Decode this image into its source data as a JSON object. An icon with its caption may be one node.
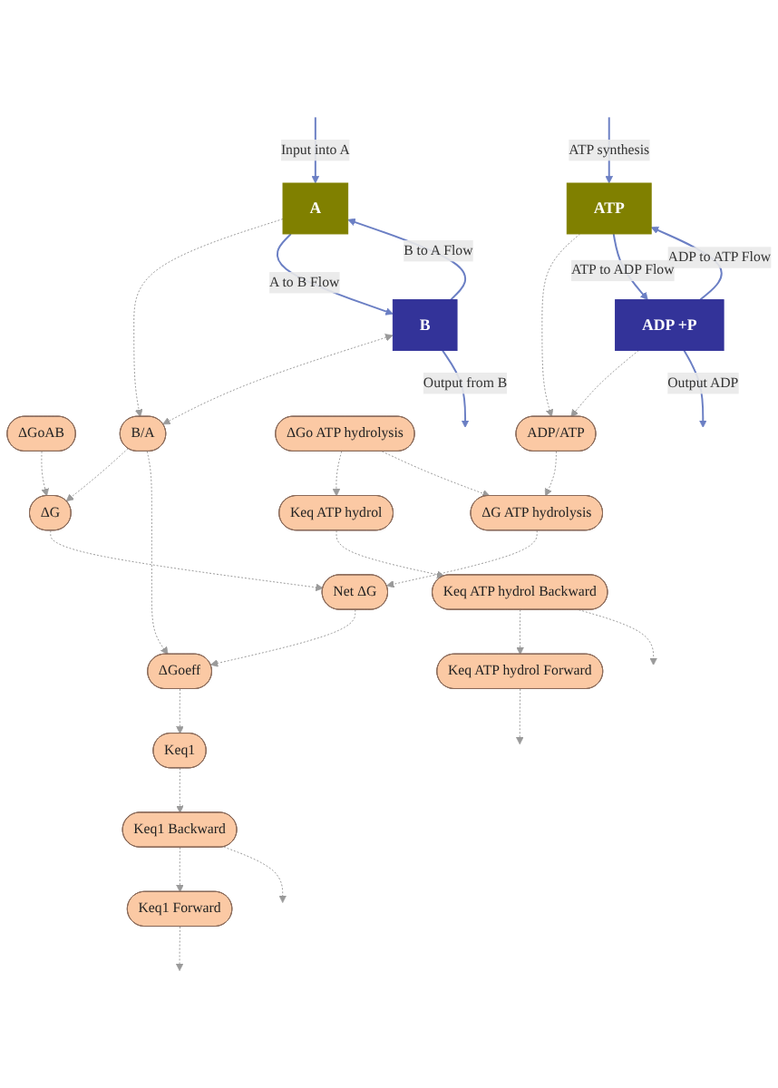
{
  "diagram": {
    "nodes": [
      {
        "text": [
          "ΔGoeff"
        ]
      },
      {
        "text": [
          "Keq1"
        ]
      },
      {
        "text": [
          "Net ΔG"
        ]
      },
      {
        "text": [
          "ΔGoAB"
        ]
      },
      {
        "text": [
          "ΔG"
        ]
      },
      {
        "text": [
          "Keq1 Forward"
        ]
      },
      {
        "text": [
          "Keq1 Backward"
        ]
      },
      {
        "text": [
          "B/A"
        ]
      },
      {
        "text": [
          "A"
        ]
      },
      {
        "text": [
          "B"
        ]
      },
      {
        "text": [
          "Keq ATP hydrol"
        ]
      },
      {
        "text": [
          "ΔGo ATP hydrolysis"
        ]
      },
      {
        "text": [
          "ΔG ATP hydrolysis"
        ]
      },
      {
        "text": [
          "Keq ATP hydrol Forward"
        ]
      },
      {
        "text": [
          "Keq ATP hydrol Backward"
        ]
      },
      {
        "text": [
          "ADP/ATP"
        ]
      },
      {
        "text": [
          "ATP"
        ]
      },
      {
        "text": [
          "ADP +P"
        ]
      }
    ],
    "edges": [
      {
        "from": 0,
        "to": 1,
        "arrow": "to",
        "style": "dashed"
      },
      {
        "from": 2,
        "to": 0,
        "arrow": "to",
        "style": "dashed"
      },
      {
        "from": 3,
        "to": 4,
        "arrow": "to",
        "style": "dashed"
      },
      {
        "from": 4,
        "to": 2,
        "arrow": "to",
        "style": "dashed"
      },
      {
        "from": 1,
        "to": 6,
        "arrow": "to",
        "style": "dashed"
      },
      {
        "from": 6,
        "to": 5,
        "arrow": "to",
        "style": "dashed"
      },
      {
        "from": 7,
        "to": 4,
        "arrow": "to",
        "style": "dashed"
      },
      {
        "from": 7,
        "to": 0,
        "arrow": "to",
        "style": "dashed"
      },
      {
        "from": 8,
        "to": 7,
        "arrow": "to",
        "style": "dashed"
      },
      {
        "from": 9,
        "to": 7,
        "arrow": "both",
        "style": "dashed"
      },
      {
        "from": 5,
        "to": null,
        "arrow": "to",
        "style": "dashed"
      },
      {
        "from": 6,
        "to": null,
        "arrow": "to",
        "style": "dashed"
      },
      {
        "from": null,
        "to": 8,
        "label": "Input into A",
        "arrow": "to",
        "color": "#6b7fc4"
      },
      {
        "from": 9,
        "to": 8,
        "label": "B to A Flow",
        "arrow": "to",
        "color": "#6b7fc4"
      },
      {
        "from": 8,
        "to": 9,
        "label": "A to B Flow",
        "arrow": "to",
        "color": "#6b7fc4"
      },
      {
        "from": 9,
        "to": null,
        "label": "Output from B",
        "arrow": "to",
        "color": "#6b7fc4"
      },
      {
        "from": 12,
        "to": 2,
        "arrow": "to",
        "style": "dashed"
      },
      {
        "from": 11,
        "to": 10,
        "arrow": "to",
        "style": "dashed"
      },
      {
        "from": 11,
        "to": 12,
        "arrow": "to",
        "style": "dashed"
      },
      {
        "from": 10,
        "to": 14,
        "arrow": "to",
        "style": "dashed"
      },
      {
        "from": 14,
        "to": 13,
        "arrow": "to",
        "style": "dashed"
      },
      {
        "from": 15,
        "to": 12,
        "arrow": "to",
        "style": "dashed"
      },
      {
        "from": 16,
        "to": 15,
        "arrow": "to",
        "style": "dashed"
      },
      {
        "from": 17,
        "to": 15,
        "arrow": "to",
        "style": "dashed"
      },
      {
        "from": 13,
        "to": null,
        "arrow": "to",
        "style": "dashed"
      },
      {
        "from": 14,
        "to": null,
        "arrow": "to",
        "style": "dashed"
      },
      {
        "from": null,
        "to": 16,
        "label": "ATP synthesis",
        "arrow": "to",
        "color": "#6b7fc4"
      },
      {
        "from": 17,
        "to": 16,
        "label": "ADP to ATP Flow",
        "arrow": "to",
        "color": "#6b7fc4"
      },
      {
        "from": 16,
        "to": 17,
        "label": "ATP to ADP Flow",
        "arrow": "to",
        "color": "#6b7fc4"
      },
      {
        "from": 17,
        "to": null,
        "label": "Output ADP",
        "arrow": "to",
        "color": "#6b7fc4"
      }
    ]
  }
}
